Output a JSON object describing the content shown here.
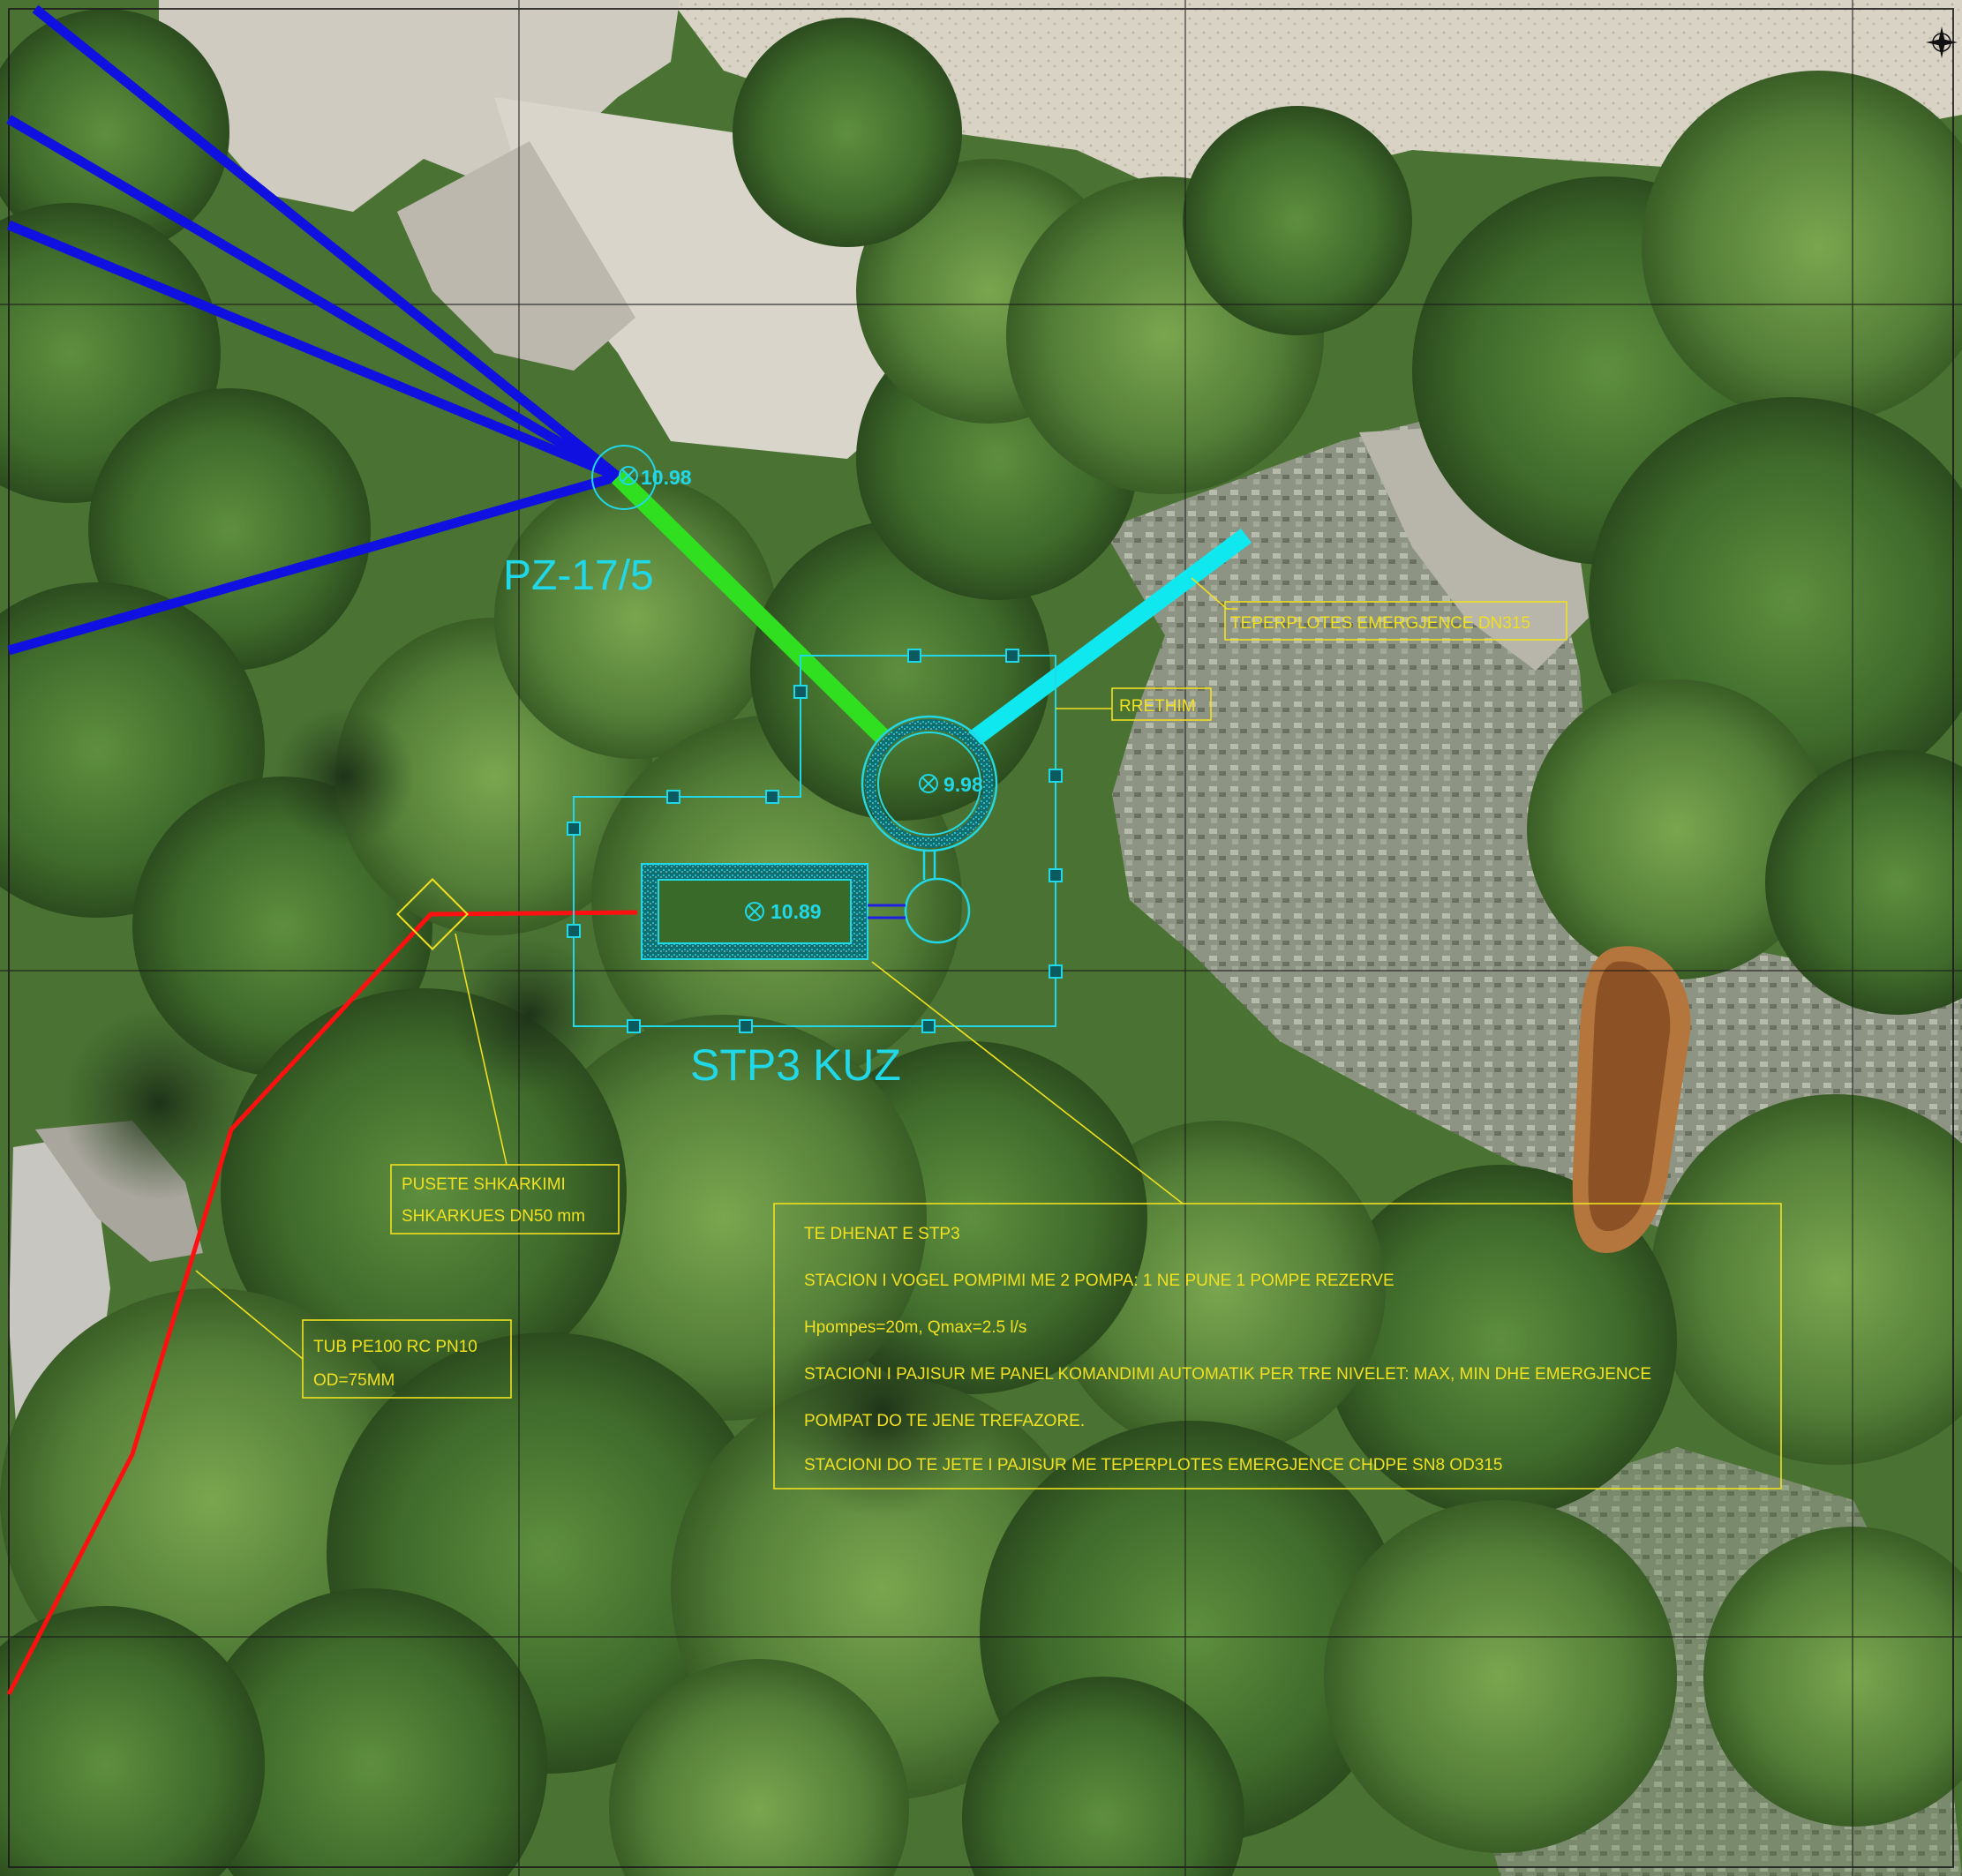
{
  "map": {
    "colors": {
      "pressure_pipe": "#1010e0",
      "gravity_pipe": "#30e020",
      "overflow_pipe": "#10e8f0",
      "discharge_pipe": "#ff1010",
      "cad_cyan": "#20d8e8",
      "annotation": "#f0e020",
      "grid": "#1a1a1a"
    },
    "icons": [
      "compass-rose-icon",
      "elevation-marker-icon"
    ]
  },
  "labels": {
    "manhole_id": "PZ-17/5",
    "station_name": "STP3 KUZ",
    "elev_manhole": "10.98",
    "elev_wet_well": "9.98",
    "elev_tank": "10.89"
  },
  "callouts": {
    "overflow": "TEPERPLOTES EMERGJENCE DN315",
    "fence": "RRETHIM",
    "discharge_well_line1": "PUSETE SHKARKIMI",
    "discharge_well_line2": "SHKARKUES DN50 mm",
    "pipe_line1": "TUB PE100 RC PN10",
    "pipe_line2": "OD=75MM"
  },
  "stp3_info": {
    "title": "TE DHENAT E STP3",
    "lines": [
      "STACION I VOGEL POMPIMI ME 2 POMPA: 1 NE PUNE 1 POMPE REZERVE",
      "Hpompes=20m, Qmax=2.5 l/s",
      "STACIONI I PAJISUR ME PANEL KOMANDIMI AUTOMATIK PER TRE NIVELET: MAX, MIN DHE EMERGJENCE",
      "POMPAT DO TE JENE TREFAZORE.",
      "STACIONI DO TE JETE I PAJISUR ME TEPERPLOTES EMERGJENCE  CHDPE SN8 OD315"
    ]
  }
}
